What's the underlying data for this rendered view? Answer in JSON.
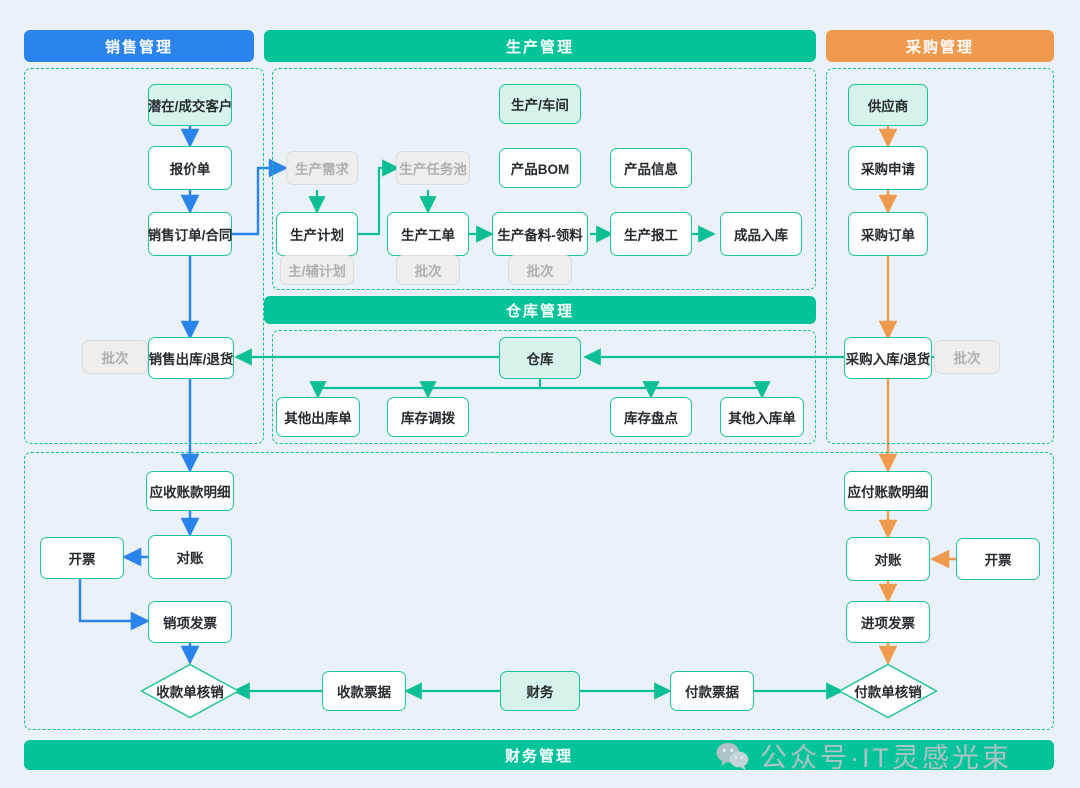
{
  "theme": {
    "background": "#eaf2f8",
    "blue": "#2a84ec",
    "green": "#02c39a",
    "orange": "#ef9a4e",
    "node_border": "#21c39b",
    "mint_fill": "#d6f3ec",
    "ghost_fill": "#eeeeee",
    "ghost_text": "#b0b0b0"
  },
  "banners": {
    "sales": "销售管理",
    "production": "生产管理",
    "purchasing": "采购管理",
    "warehouse": "仓库管理",
    "finance": "财务管理"
  },
  "sales": {
    "customer": "潜在/成交客户",
    "quotation": "报价单",
    "sales_order": "销售订单/合同",
    "batch": "批次",
    "sales_outbound": "销售出库/退货"
  },
  "production": {
    "workshop": "生产/车间",
    "demand": "生产需求",
    "task_pool": "生产任务池",
    "product_bom": "产品BOM",
    "product_info": "产品信息",
    "plan": "生产计划",
    "work_order": "生产工单",
    "material_pick": "生产备料-领料",
    "report": "生产报工",
    "finished_inbound": "成品入库",
    "plan_tag": "主/辅计划",
    "work_order_tag": "批次",
    "material_tag": "批次"
  },
  "purchasing": {
    "supplier": "供应商",
    "request": "采购申请",
    "order": "采购订单",
    "inbound": "采购入库/退货",
    "batch": "批次"
  },
  "warehouse": {
    "hub": "仓库",
    "other_outbound": "其他出库单",
    "transfer": "库存调拨",
    "stocktake": "库存盘点",
    "other_inbound": "其他入库单"
  },
  "finance": {
    "ar_detail": "应收账款明细",
    "ar_recon": "对账",
    "ar_invoice_btn": "开票",
    "output_invoice": "销项发票",
    "receipt_writeoff": "收款单核销",
    "receipt_voucher": "收款票据",
    "hub": "财务",
    "payment_voucher": "付款票据",
    "payment_writeoff": "付款单核销",
    "ap_detail": "应付账款明细",
    "ap_recon": "对账",
    "ap_invoice_btn": "开票",
    "input_invoice": "进项发票"
  },
  "watermark": {
    "text": "公众号·IT灵感光束",
    "icon": "wechat-icon"
  }
}
